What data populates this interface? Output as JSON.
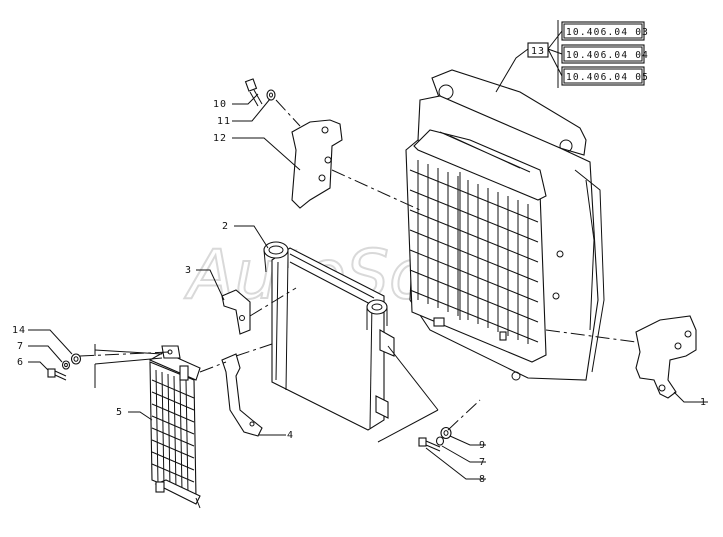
{
  "callouts": [
    {
      "id": "c1",
      "number": "1"
    },
    {
      "id": "c2",
      "number": "2"
    },
    {
      "id": "c3",
      "number": "3"
    },
    {
      "id": "c4",
      "number": "4"
    },
    {
      "id": "c5",
      "number": "5"
    },
    {
      "id": "c6",
      "number": "6"
    },
    {
      "id": "c7a",
      "number": "7"
    },
    {
      "id": "c7b",
      "number": "7"
    },
    {
      "id": "c8",
      "number": "8"
    },
    {
      "id": "c9",
      "number": "9"
    },
    {
      "id": "c10",
      "number": "10"
    },
    {
      "id": "c11",
      "number": "11"
    },
    {
      "id": "c12",
      "number": "12"
    },
    {
      "id": "c13",
      "number": "13"
    },
    {
      "id": "c14",
      "number": "14"
    }
  ],
  "references": [
    "10.406.04 03",
    "10.406.04 04",
    "10.406.04 05"
  ],
  "watermark": "AutoSoft"
}
